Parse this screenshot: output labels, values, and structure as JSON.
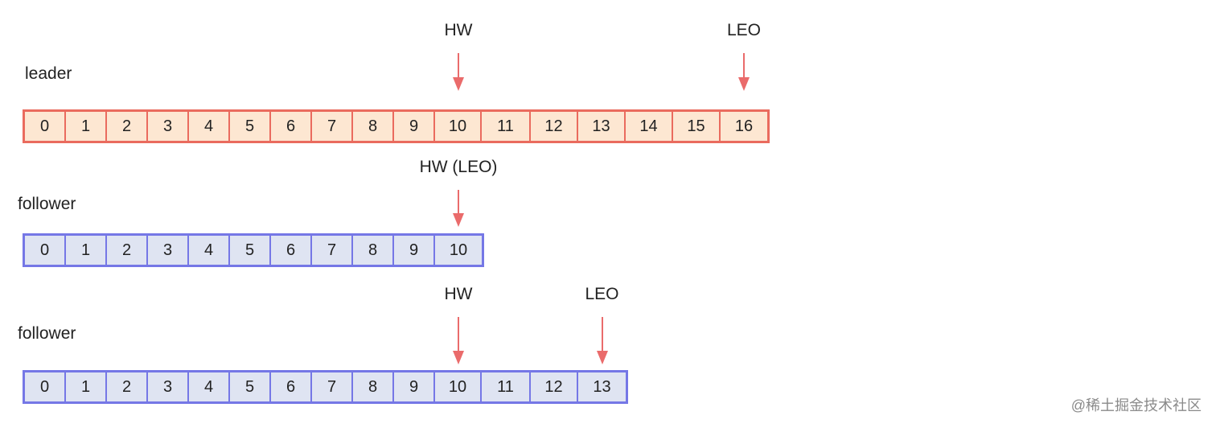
{
  "accent_colors": {
    "leader_border": "#ea6b5e",
    "leader_fill": "#fde7d2",
    "follower_border": "#7577e6",
    "follower_fill": "#dfe4f2",
    "arrow": "#ea6b6b"
  },
  "leader": {
    "title": "leader",
    "offsets": [
      "0",
      "1",
      "2",
      "3",
      "4",
      "5",
      "6",
      "7",
      "8",
      "9",
      "10",
      "11",
      "12",
      "13",
      "14",
      "15",
      "16"
    ],
    "markers": [
      {
        "label": "HW",
        "offset_index": 10
      },
      {
        "label": "LEO",
        "offset_index": 16
      }
    ]
  },
  "follower1": {
    "title": "follower",
    "offsets": [
      "0",
      "1",
      "2",
      "3",
      "4",
      "5",
      "6",
      "7",
      "8",
      "9",
      "10"
    ],
    "markers": [
      {
        "label": "HW (LEO)",
        "offset_index": 10
      }
    ]
  },
  "follower2": {
    "title": "follower",
    "offsets": [
      "0",
      "1",
      "2",
      "3",
      "4",
      "5",
      "6",
      "7",
      "8",
      "9",
      "10",
      "11",
      "12",
      "13"
    ],
    "markers": [
      {
        "label": "HW",
        "offset_index": 10
      },
      {
        "label": "LEO",
        "offset_index": 13
      }
    ]
  },
  "watermark": "@稀土掘金技术社区"
}
